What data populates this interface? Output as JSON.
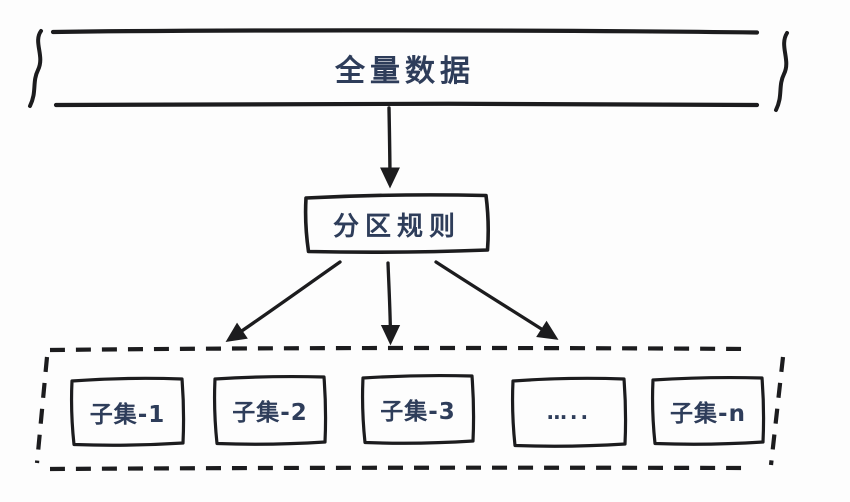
{
  "diagram": {
    "background_color": "#fdfdfd",
    "ink_color": "#1c1c1e",
    "text_color": "#2e3d5a",
    "source_node": {
      "label": "全量数据"
    },
    "rule_node": {
      "label": "分区规则"
    },
    "subset_container": {
      "border_style": "dashed"
    },
    "subsets": [
      {
        "label": "子集-1"
      },
      {
        "label": "子集-2"
      },
      {
        "label": "子集-3"
      },
      {
        "label": "….."
      },
      {
        "label": "子集-n"
      }
    ]
  }
}
